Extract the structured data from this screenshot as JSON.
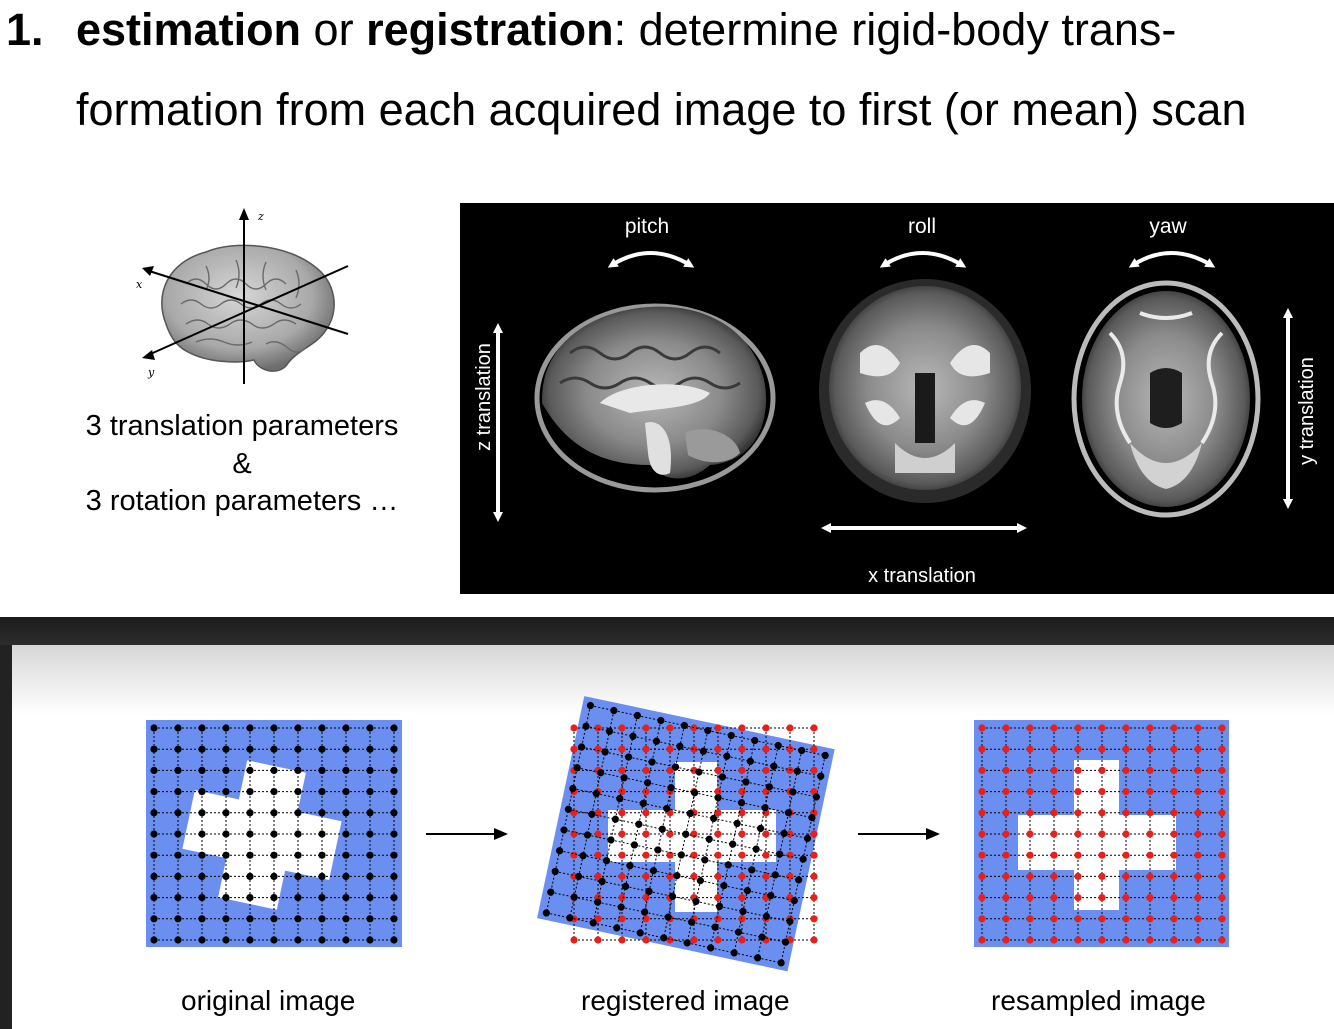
{
  "title": {
    "number": "1.",
    "term1": "estimation",
    "connector": " or ",
    "term2": "registration",
    "line1_rest": ": determine rigid-body trans-",
    "line2": "formation from each acquired image to first (or mean) scan"
  },
  "brain_axes": {
    "z": "z",
    "x": "x",
    "y": "y"
  },
  "params": {
    "line1": "3 translation parameters",
    "line2": "&",
    "line3": "3 rotation parameters …"
  },
  "mri": {
    "pitch": "pitch",
    "roll": "roll",
    "yaw": "yaw",
    "z_translation": "z translation",
    "x_translation": "x translation",
    "y_translation": "y translation"
  },
  "registration": {
    "original": "original image",
    "registered": "registered image",
    "resampled": "resampled image"
  },
  "colors": {
    "grid_blue": "#6b8ff0",
    "dot_black": "#000000",
    "dot_red": "#e8201c",
    "panel_black": "#000000"
  }
}
